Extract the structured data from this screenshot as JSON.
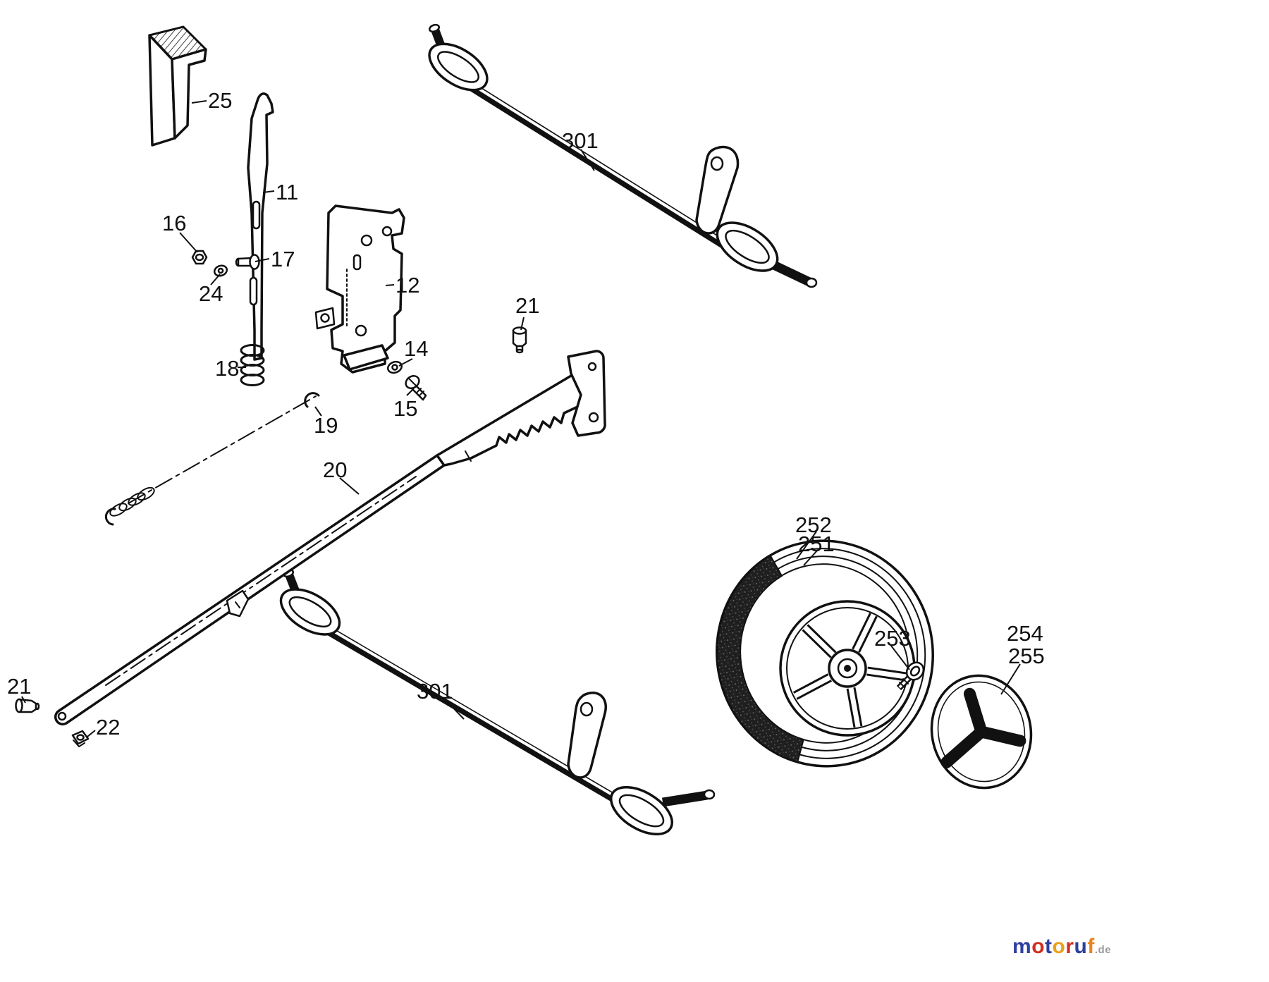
{
  "diagram": {
    "part_labels": [
      {
        "id": "part-25",
        "text": "25"
      },
      {
        "id": "part-11",
        "text": "11"
      },
      {
        "id": "part-16",
        "text": "16"
      },
      {
        "id": "part-17",
        "text": "17"
      },
      {
        "id": "part-24",
        "text": "24"
      },
      {
        "id": "part-12",
        "text": "12"
      },
      {
        "id": "part-21-top",
        "text": "21"
      },
      {
        "id": "part-14",
        "text": "14"
      },
      {
        "id": "part-18",
        "text": "18"
      },
      {
        "id": "part-15",
        "text": "15"
      },
      {
        "id": "part-19",
        "text": "19"
      },
      {
        "id": "part-20",
        "text": "20"
      },
      {
        "id": "part-301-top",
        "text": "301"
      },
      {
        "id": "part-301-bottom",
        "text": "301"
      },
      {
        "id": "part-252",
        "text": "252"
      },
      {
        "id": "part-251",
        "text": "251"
      },
      {
        "id": "part-253",
        "text": "253"
      },
      {
        "id": "part-254",
        "text": "254"
      },
      {
        "id": "part-255",
        "text": "255"
      },
      {
        "id": "part-21-bottom",
        "text": "21"
      },
      {
        "id": "part-22",
        "text": "22"
      }
    ]
  },
  "logo": {
    "letters": [
      {
        "char": "m",
        "color": "#2e3f9f"
      },
      {
        "char": "o",
        "color": "#d22d20"
      },
      {
        "char": "t",
        "color": "#2e3f9f"
      },
      {
        "char": "o",
        "color": "#e8a11c"
      },
      {
        "char": "r",
        "color": "#d22d20"
      },
      {
        "char": "u",
        "color": "#2e3f9f"
      },
      {
        "char": "f",
        "color": "#e8851c"
      }
    ],
    "suffix": ".de",
    "suffix_color": "#9a9a9a"
  },
  "colors": {
    "line": "#111111",
    "background": "#ffffff",
    "tread_fill": "#1f1f1f"
  }
}
